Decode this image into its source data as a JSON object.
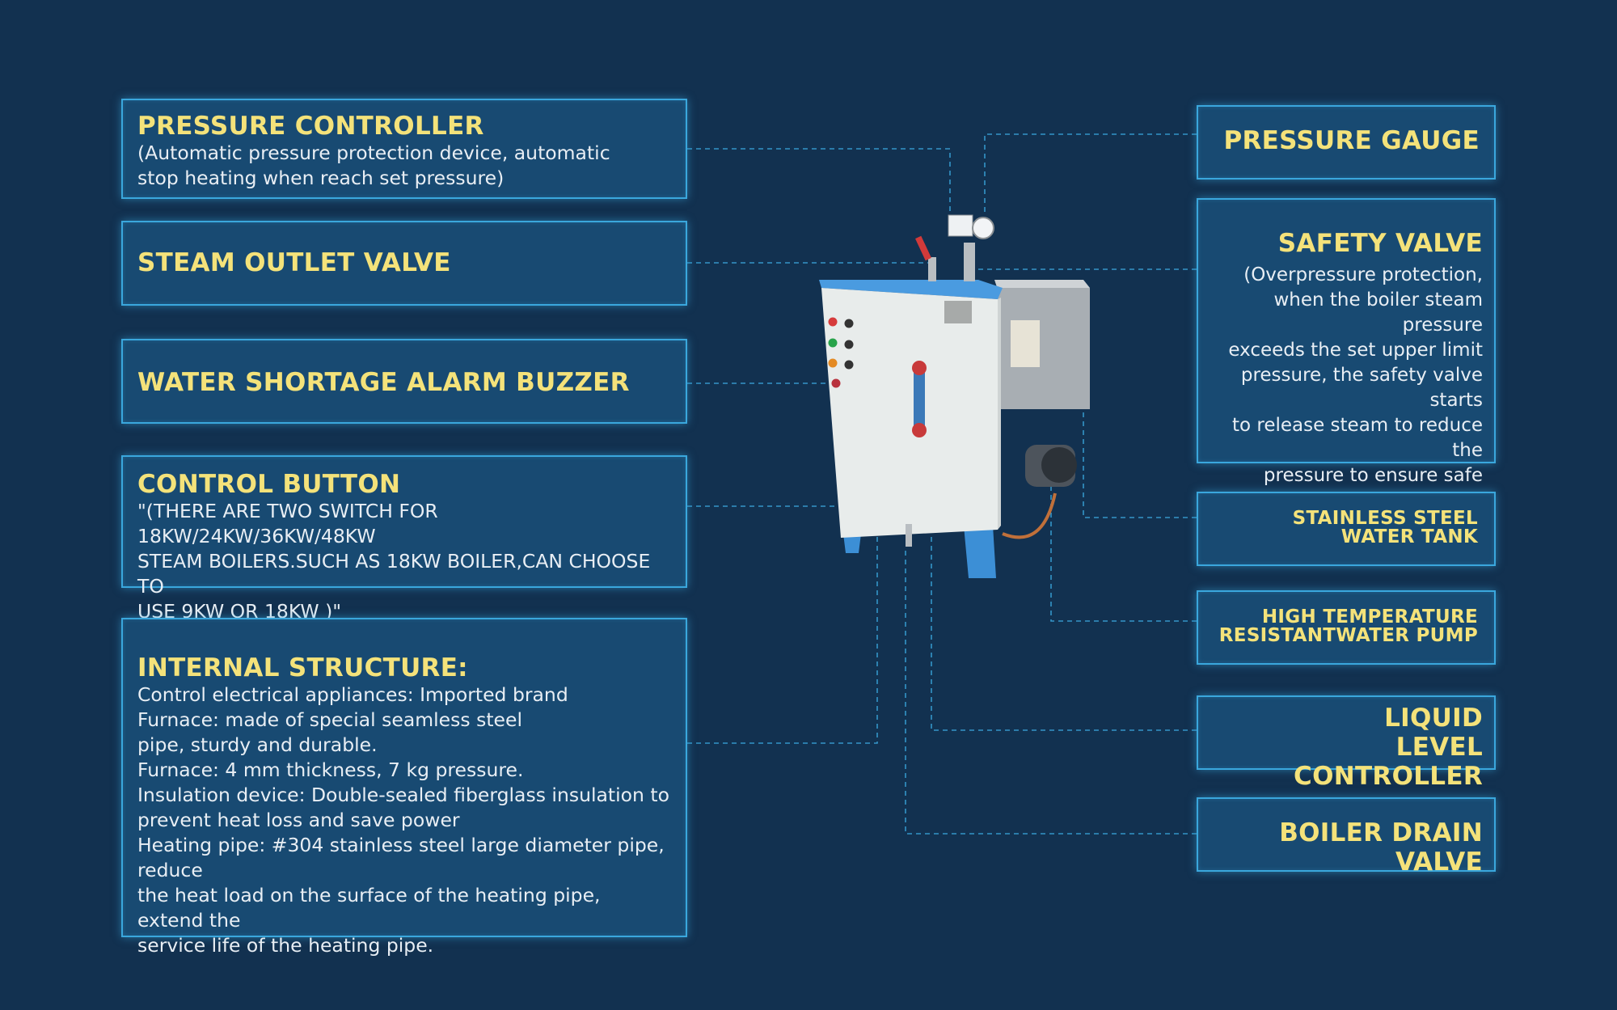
{
  "colors": {
    "background": "#123150",
    "panel": "#184a72",
    "panel_border": "#3aa7dd",
    "title_text": "#f4e27a",
    "body_text": "#e8eef4",
    "leader_line": "#3aa7dd"
  },
  "left_callouts": [
    {
      "title": "PRESSURE CONTROLLER",
      "desc": "(Automatic pressure protection device, automatic\nstop heating when reach set pressure)"
    },
    {
      "title": "STEAM OUTLET VALVE",
      "desc": ""
    },
    {
      "title": "WATER SHORTAGE ALARM BUZZER",
      "desc": ""
    },
    {
      "title": "CONTROL BUTTON",
      "desc": "\"(THERE ARE TWO SWITCH FOR 18KW/24KW/36KW/48KW\nSTEAM BOILERS.SUCH AS 18KW BOILER,CAN CHOOSE TO\nUSE 9KW OR 18KW )\""
    },
    {
      "title": "INTERNAL STRUCTURE:",
      "desc": "Control electrical appliances: Imported brand\nFurnace: made of special seamless steel\npipe, sturdy and durable.\nFurnace: 4 mm thickness, 7 kg pressure.\nInsulation device: Double-sealed fiberglass insulation to\nprevent heat loss and save power\nHeating pipe:  #304 stainless steel large diameter pipe, reduce\nthe heat load on the surface of the heating pipe, extend the\nservice life of the heating pipe."
    }
  ],
  "right_callouts": [
    {
      "title": "PRESSURE GAUGE",
      "desc": ""
    },
    {
      "title": "SAFETY VALVE",
      "desc": "(Overpressure protection,\nwhen the boiler steam pressure\nexceeds the set upper limit\npressure, the safety valve starts\nto release steam to reduce the\npressure to ensure safe\noperation)"
    },
    {
      "title": "STAINLESS STEEL\nWATER TANK",
      "desc": ""
    },
    {
      "title": "HIGH TEMPERATURE\nRESISTANTWATER PUMP",
      "desc": ""
    },
    {
      "title": "LIQUID\nLEVEL CONTROLLER",
      "desc": ""
    },
    {
      "title": "BOILER DRAIN VALVE",
      "desc": ""
    }
  ]
}
